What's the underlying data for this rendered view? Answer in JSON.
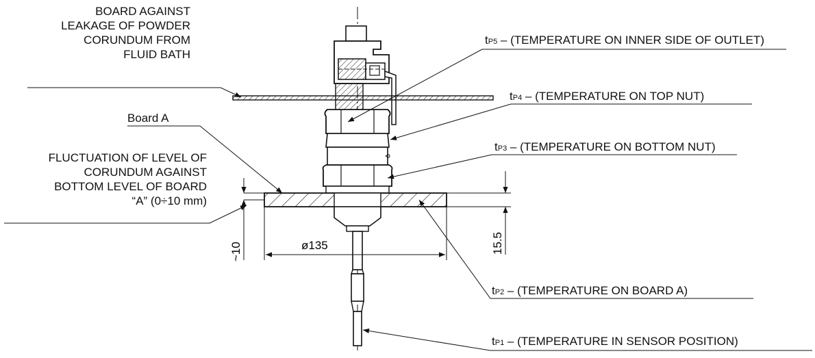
{
  "labels": {
    "board_leakage": [
      "BOARD AGAINST",
      "LEAKAGE OF POWDER",
      "CORUNDUM FROM",
      "FLUID BATH"
    ],
    "board_a": "Board A",
    "fluctuation": [
      "FLUCTUATION OF LEVEL OF",
      "CORUNDUM AGAINST",
      "BOTTOM LEVEL OF BOARD",
      "“A” (0÷10 mm)"
    ]
  },
  "temperatures": [
    {
      "t": "t",
      "sub": "P5",
      "text": " – (TEMPERATURE ON INNER SIDE OF OUTLET)"
    },
    {
      "t": "t",
      "sub": "P4",
      "text": " – (TEMPERATURE ON TOP NUT)"
    },
    {
      "t": "t",
      "sub": "P3",
      "text": " – (TEMPERATURE ON BOTTOM NUT)"
    },
    {
      "t": "t",
      "sub": "P2",
      "text": " – (TEMPERATURE ON BOARD A)"
    },
    {
      "t": "t",
      "sub": "P1",
      "text": " – (TEMPERATURE IN SENSOR POSITION)"
    }
  ],
  "dimensions": {
    "diameter": "ø135",
    "height": "15.5",
    "gap": "~10"
  }
}
